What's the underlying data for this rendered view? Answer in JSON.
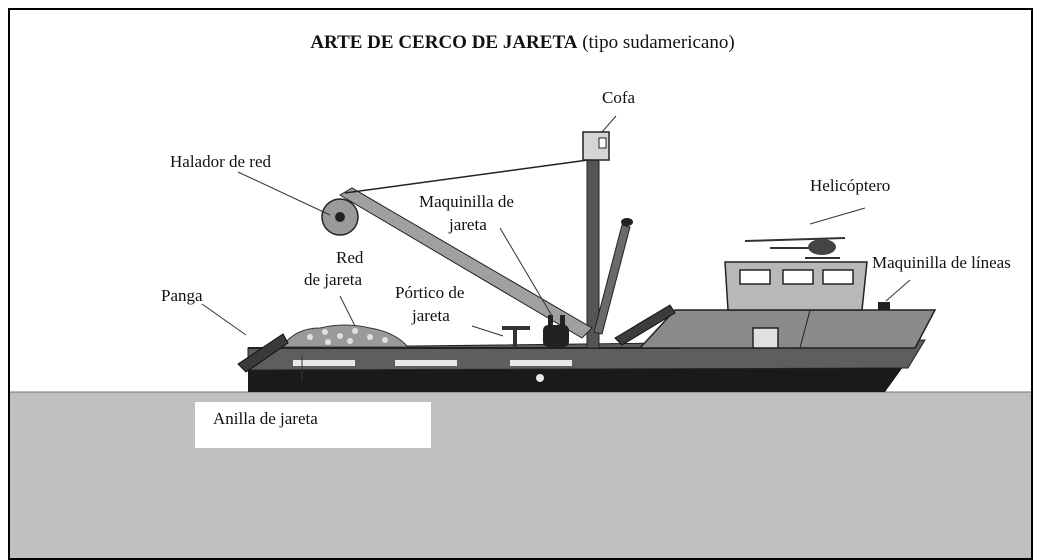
{
  "title": {
    "main": "ARTE DE CERCO DE JARETA",
    "sub": "(tipo sudamericano)"
  },
  "labels": {
    "cofa": "Cofa",
    "halador": "Halador de red",
    "maquinilla_jareta_l1": "Maquinilla de",
    "maquinilla_jareta_l2": "jareta",
    "helicoptero": "Helicóptero",
    "red_l1": "Red",
    "red_l2": "de jareta",
    "maquinilla_lineas": "Maquinilla de líneas",
    "panga": "Panga",
    "portico_l1": "Pórtico de",
    "portico_l2": "jareta",
    "anilla": "Anilla de jareta"
  },
  "colors": {
    "sea": "#c0c0c0",
    "hull_dark": "#1a1a1a",
    "hull_gray": "#6e6e6e",
    "deck_gray": "#8a8a8a",
    "cabin_gray": "#b8b8b8"
  }
}
